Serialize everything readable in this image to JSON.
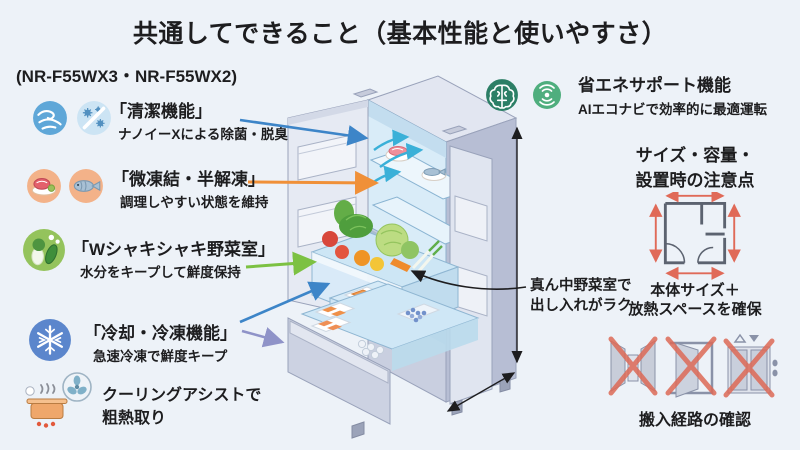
{
  "title": "共通してできること（基本性能と使いやすさ）",
  "models": "(NR-F55WX3・NR-F55WX2)",
  "left_features": [
    {
      "title": "「清潔機能」",
      "desc": "ナノイーXによる除菌・脱臭",
      "icons": [
        "wind-icon",
        "sanitize-icon"
      ],
      "arrow_color": "#3d85c8"
    },
    {
      "title": "「微凍結・半解凍」",
      "desc": "調理しやすい状態を維持",
      "icons": [
        "meat-icon",
        "fish-icon"
      ],
      "arrow_color": "#f09038"
    },
    {
      "title": "「Wシャキシャキ野菜室」",
      "desc": "水分をキープして鮮度保持",
      "icons": [
        "vegetable-icon"
      ],
      "arrow_color": "#7cc142"
    },
    {
      "title": "「冷却・冷凍機能」",
      "desc": "急速冷凍で鮮度キープ",
      "icons": [
        "snowflake-icon"
      ],
      "arrow_color": "#3d85c8"
    },
    {
      "line1": "クーリングアシストで",
      "line2": "粗熱取り",
      "icons": [
        "pot-icon",
        "fan-icon"
      ],
      "arrow_color": "#8f93c8"
    }
  ],
  "energy_feature": {
    "title": "省エネサポート機能",
    "desc": "AIエコナビで効率的に最適運転",
    "icons": [
      "brain-icon",
      "econavi-icon"
    ]
  },
  "size_section": {
    "heading_line1": "サイズ・容量・",
    "heading_line2": "設置時の注意点",
    "floorplan_caption_line1": "本体サイズ＋",
    "floorplan_caption_line2": "放熱スペースを確保",
    "carry_in_caption": "搬入経路の確認"
  },
  "vegetable_callout": {
    "line1": "真ん中野菜室で",
    "line2": "出し入れがラク"
  },
  "colors": {
    "background": "#edf2f8",
    "text": "#1d1d1f",
    "arrow_blue": "#3d85c8",
    "arrow_orange": "#f09038",
    "arrow_green": "#7cc142",
    "arrow_purple": "#8f93c8",
    "airflow_cyan": "#3ab0d8",
    "warning_red": "#dd6a57",
    "icon_blue": "#5fa7d8",
    "icon_light_blue": "#cce4f4",
    "icon_peach": "#f3b289",
    "icon_green": "#94c35c",
    "icon_navy_blue": "#5b86cc",
    "icon_teal": "#2c7f66",
    "icon_mint": "#4fae7e"
  }
}
